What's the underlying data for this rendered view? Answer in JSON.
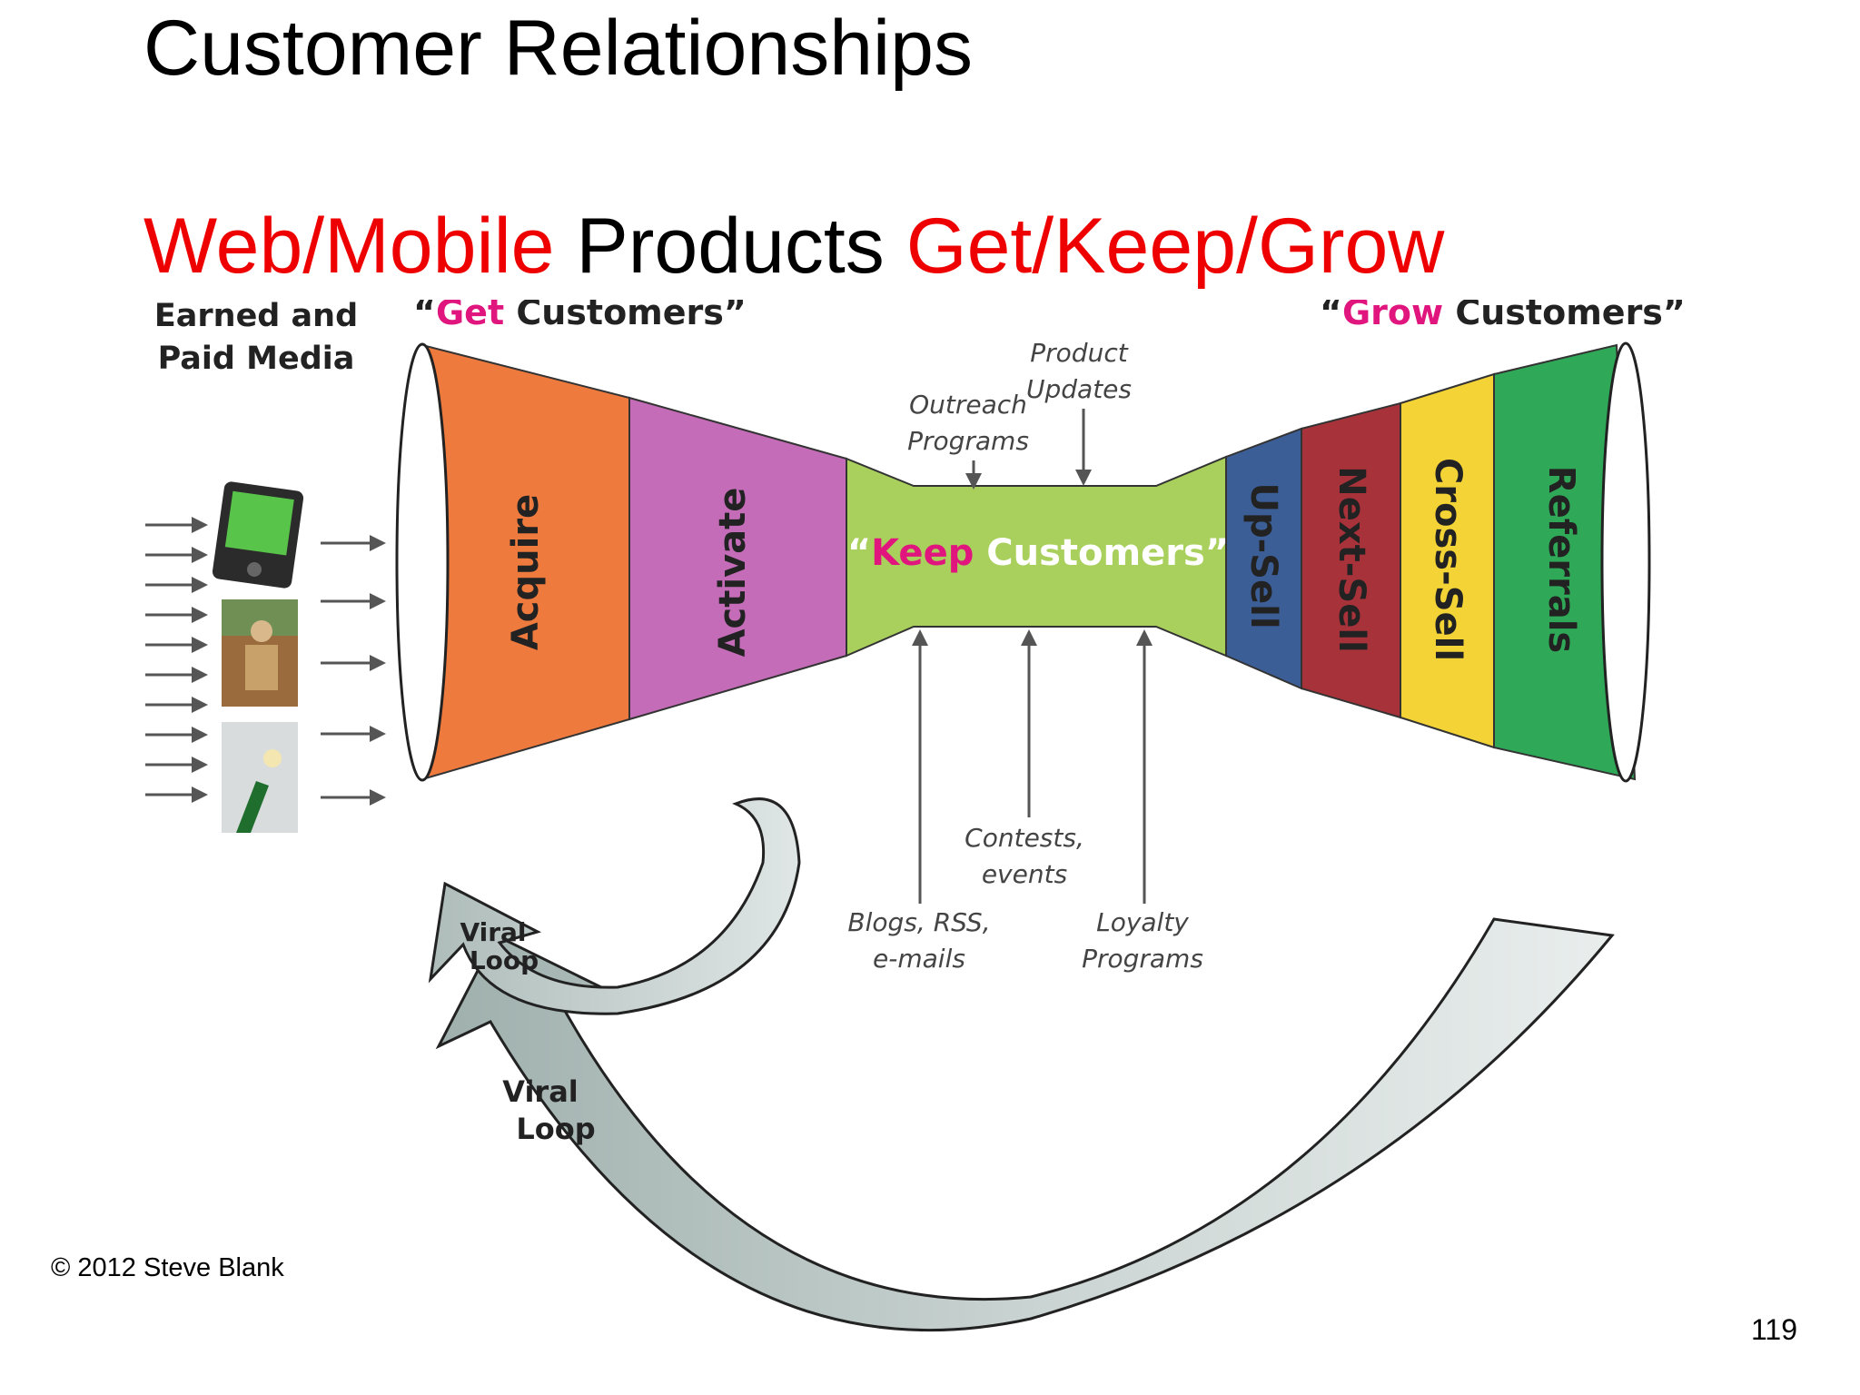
{
  "slide": {
    "title": "Customer Relationships",
    "subtitle": {
      "part1": "Web/Mobile",
      "part2": " Products ",
      "part3": "Get/Keep/Grow"
    },
    "copyright": "© 2012 Steve Blank",
    "page_number": "119"
  },
  "colors": {
    "accent_red": "#ee0000",
    "magenta": "#e0157e",
    "acquire": "#ee7a3e",
    "activate": "#c46cb8",
    "keep": "#a9d05c",
    "upsell": "#3c5e97",
    "nextsell": "#a8323a",
    "crosssell": "#f3d335",
    "referrals": "#2fa857",
    "viral_arrow": "#b9c6c3"
  },
  "diagram": {
    "media_heading_line1": "Earned and",
    "media_heading_line2": "Paid Media",
    "get": {
      "quote_open": "“",
      "accent": "Get",
      "rest": " Customers”"
    },
    "grow": {
      "quote_open": "“",
      "accent": "Grow",
      "rest": " Customers”"
    },
    "keep": {
      "quote_open": "“",
      "accent": "Keep",
      "rest": " Customers”"
    },
    "stages": {
      "acquire": "Acquire",
      "activate": "Activate",
      "upsell": "Up-Sell",
      "nextsell": "Next-Sell",
      "crosssell": "Cross-Sell",
      "referrals": "Referrals"
    },
    "inputs": {
      "product_updates_1": "Product",
      "product_updates_2": "Updates",
      "outreach_1": "Outreach",
      "outreach_2": "Programs",
      "contests_1": "Contests,",
      "contests_2": "events",
      "blogs_1": "Blogs, RSS,",
      "blogs_2": "e-mails",
      "loyalty_1": "Loyalty",
      "loyalty_2": "Programs"
    },
    "viral_loop_small_1": "Viral",
    "viral_loop_small_2": "Loop",
    "viral_loop_large_1": "Viral",
    "viral_loop_large_2": "Loop"
  }
}
